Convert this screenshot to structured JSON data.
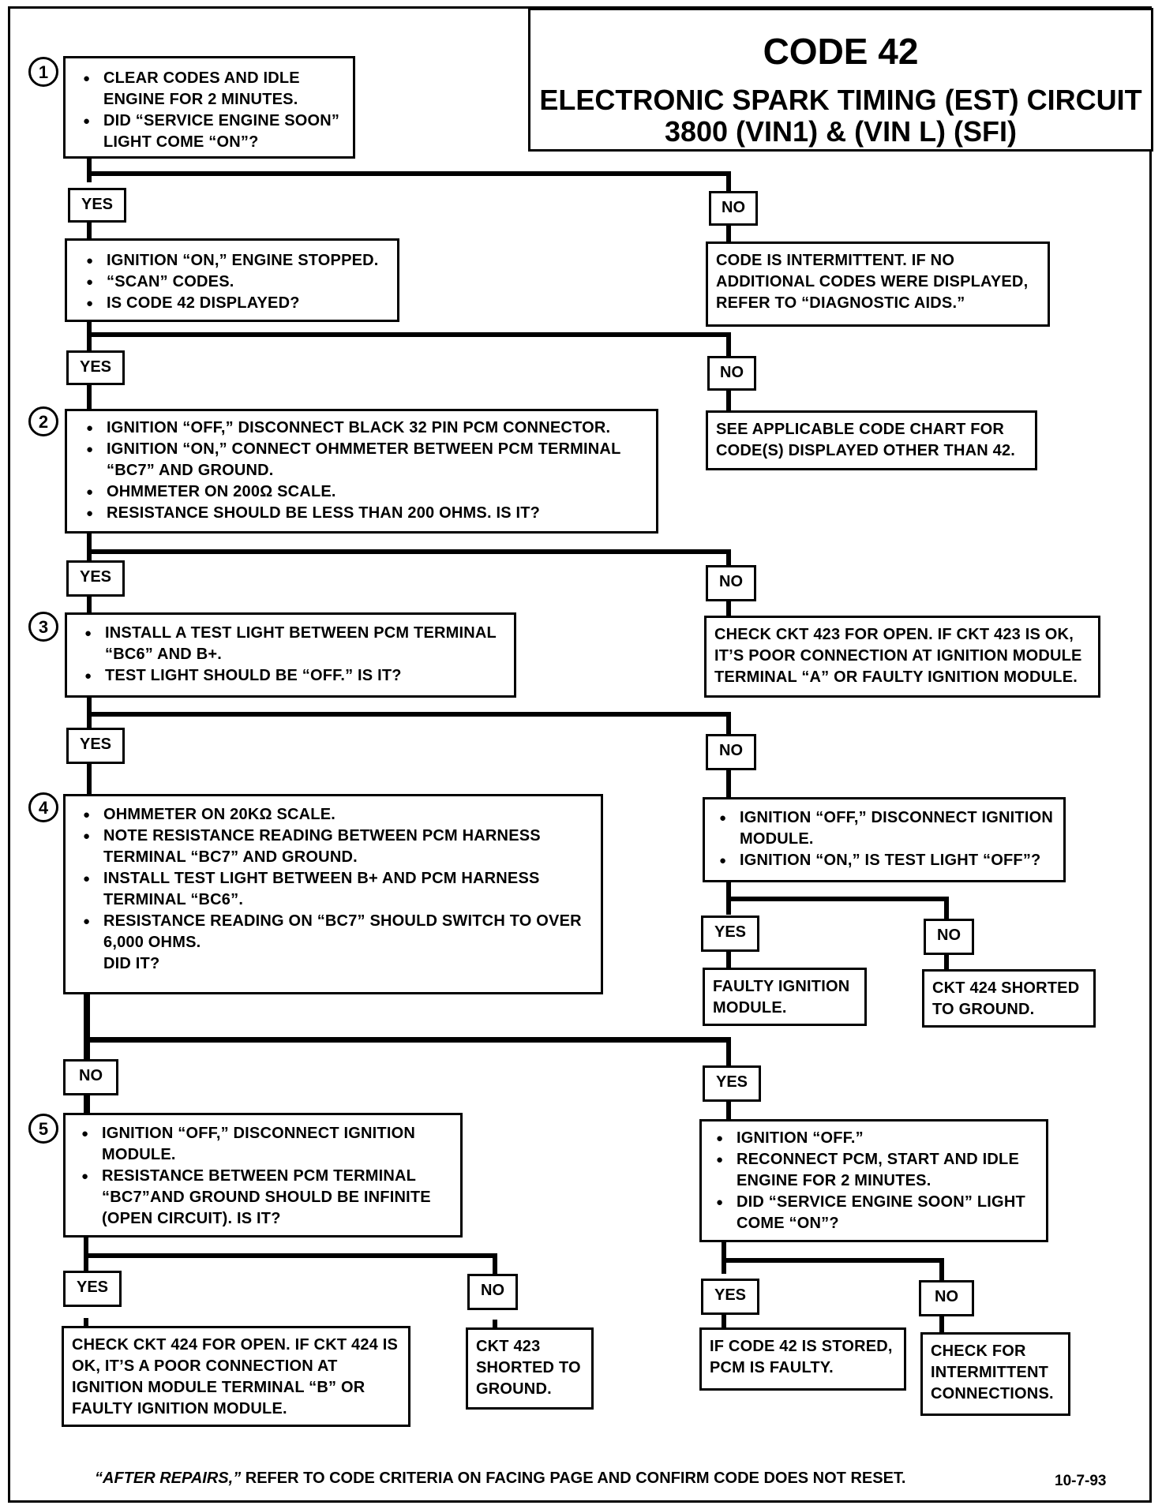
{
  "title": {
    "code": "CODE 42",
    "line1": "ELECTRONIC SPARK TIMING (EST) CIRCUIT",
    "line2": "3800 (VIN1)  &  (VIN L)  (SFI)"
  },
  "steps": {
    "s1": "1",
    "s2": "2",
    "s3": "3",
    "s4": "4",
    "s5": "5"
  },
  "labels": {
    "yes": "YES",
    "no": "NO"
  },
  "box1": {
    "items": [
      "CLEAR CODES AND IDLE ENGINE FOR 2 MINUTES.",
      "DID “SERVICE ENGINE SOON” LIGHT COME “ON”?"
    ]
  },
  "box1_no": {
    "text": "CODE IS INTERMITTENT. IF NO ADDITIONAL CODES WERE DISPLAYED, REFER TO “DIAGNOSTIC AIDS.”"
  },
  "box_b": {
    "items": [
      "IGNITION “ON,” ENGINE STOPPED.",
      "“SCAN” CODES.",
      "IS CODE 42 DISPLAYED?"
    ]
  },
  "box_b_no": {
    "text": "SEE APPLICABLE CODE CHART FOR CODE(S) DISPLAYED OTHER THAN 42."
  },
  "box2": {
    "items": [
      "IGNITION “OFF,” DISCONNECT BLACK 32 PIN PCM CONNECTOR.",
      "IGNITION “ON,”  CONNECT OHMMETER BETWEEN PCM TERMINAL “BC7” AND GROUND.",
      "OHMMETER ON 200Ω SCALE.",
      "RESISTANCE SHOULD BE LESS THAN 200 OHMS.  IS IT?"
    ]
  },
  "box2_no": {
    "text": "CHECK CKT 423 FOR OPEN.  IF CKT 423 IS OK, IT’S POOR CONNECTION AT IGNITION MODULE TERMINAL “A” OR FAULTY IGNITION MODULE."
  },
  "box3": {
    "items": [
      "INSTALL A TEST LIGHT BETWEEN PCM TERMINAL “BC6” AND B+.",
      "TEST LIGHT SHOULD BE “OFF.”  IS IT?"
    ]
  },
  "box3_no": {
    "items": [
      "IGNITION “OFF,” DISCONNECT IGNITION MODULE.",
      "IGNITION “ON,” IS TEST LIGHT “OFF”?"
    ]
  },
  "box3_no_yes": {
    "text": "FAULTY IGNITION MODULE."
  },
  "box3_no_no": {
    "text": "CKT 424 SHORTED TO GROUND."
  },
  "box4": {
    "items": [
      "OHMMETER ON 20KΩ SCALE.",
      "NOTE RESISTANCE READING BETWEEN PCM HARNESS TERMINAL “BC7” AND GROUND.",
      "INSTALL TEST LIGHT BETWEEN B+ AND PCM HARNESS TERMINAL “BC6”.",
      "RESISTANCE READING ON “BC7” SHOULD SWITCH TO OVER 6,000 OHMS."
    ],
    "tail": "DID IT?"
  },
  "box5": {
    "items": [
      "IGNITION “OFF,” DISCONNECT IGNITION MODULE.",
      "RESISTANCE BETWEEN PCM TERMINAL “BC7”AND GROUND SHOULD BE INFINITE (OPEN CIRCUIT).  IS IT?"
    ]
  },
  "box5_yes": {
    "text": "CHECK CKT 424 FOR OPEN.  IF CKT 424 IS OK, IT’S A POOR CONNECTION AT IGNITION MODULE TERMINAL “B” OR FAULTY IGNITION MODULE."
  },
  "box5_no": {
    "text": "CKT 423 SHORTED TO GROUND."
  },
  "box4_yes": {
    "items": [
      "IGNITION “OFF.”",
      "RECONNECT PCM, START AND IDLE ENGINE FOR 2 MINUTES.",
      "DID “SERVICE ENGINE SOON” LIGHT COME “ON”?"
    ]
  },
  "box4_yes_yes": {
    "text": "IF CODE 42 IS STORED, PCM IS  FAULTY."
  },
  "box4_yes_no": {
    "text": "CHECK FOR INTERMITTENT CONNECTIONS."
  },
  "footer": {
    "lead": "“AFTER REPAIRS,”",
    "rest": " REFER TO CODE CRITERIA ON FACING PAGE AND CONFIRM CODE DOES NOT RESET.",
    "date": "10-7-93"
  }
}
